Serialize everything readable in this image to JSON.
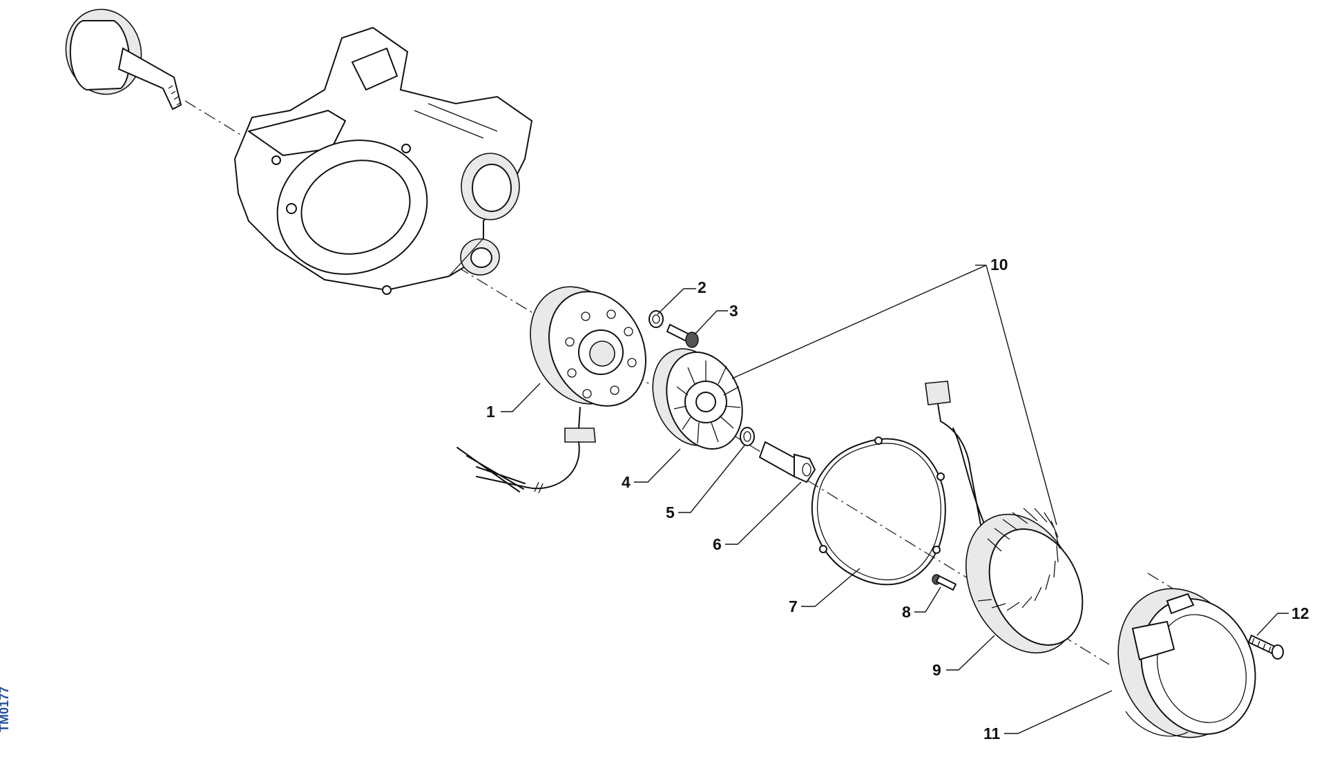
{
  "drawing": {
    "reference_code": "TM0177"
  },
  "callouts": [
    {
      "id": "1",
      "part": "flywheel rotor"
    },
    {
      "id": "2",
      "part": "washer"
    },
    {
      "id": "3",
      "part": "screw"
    },
    {
      "id": "4",
      "part": "rotor"
    },
    {
      "id": "5",
      "part": "washer"
    },
    {
      "id": "6",
      "part": "extractor bolt"
    },
    {
      "id": "7",
      "part": "gasket"
    },
    {
      "id": "8",
      "part": "screw"
    },
    {
      "id": "9",
      "part": "stator"
    },
    {
      "id": "10",
      "part": "generator assembly"
    },
    {
      "id": "11",
      "part": "cover"
    },
    {
      "id": "12",
      "part": "screw"
    }
  ]
}
